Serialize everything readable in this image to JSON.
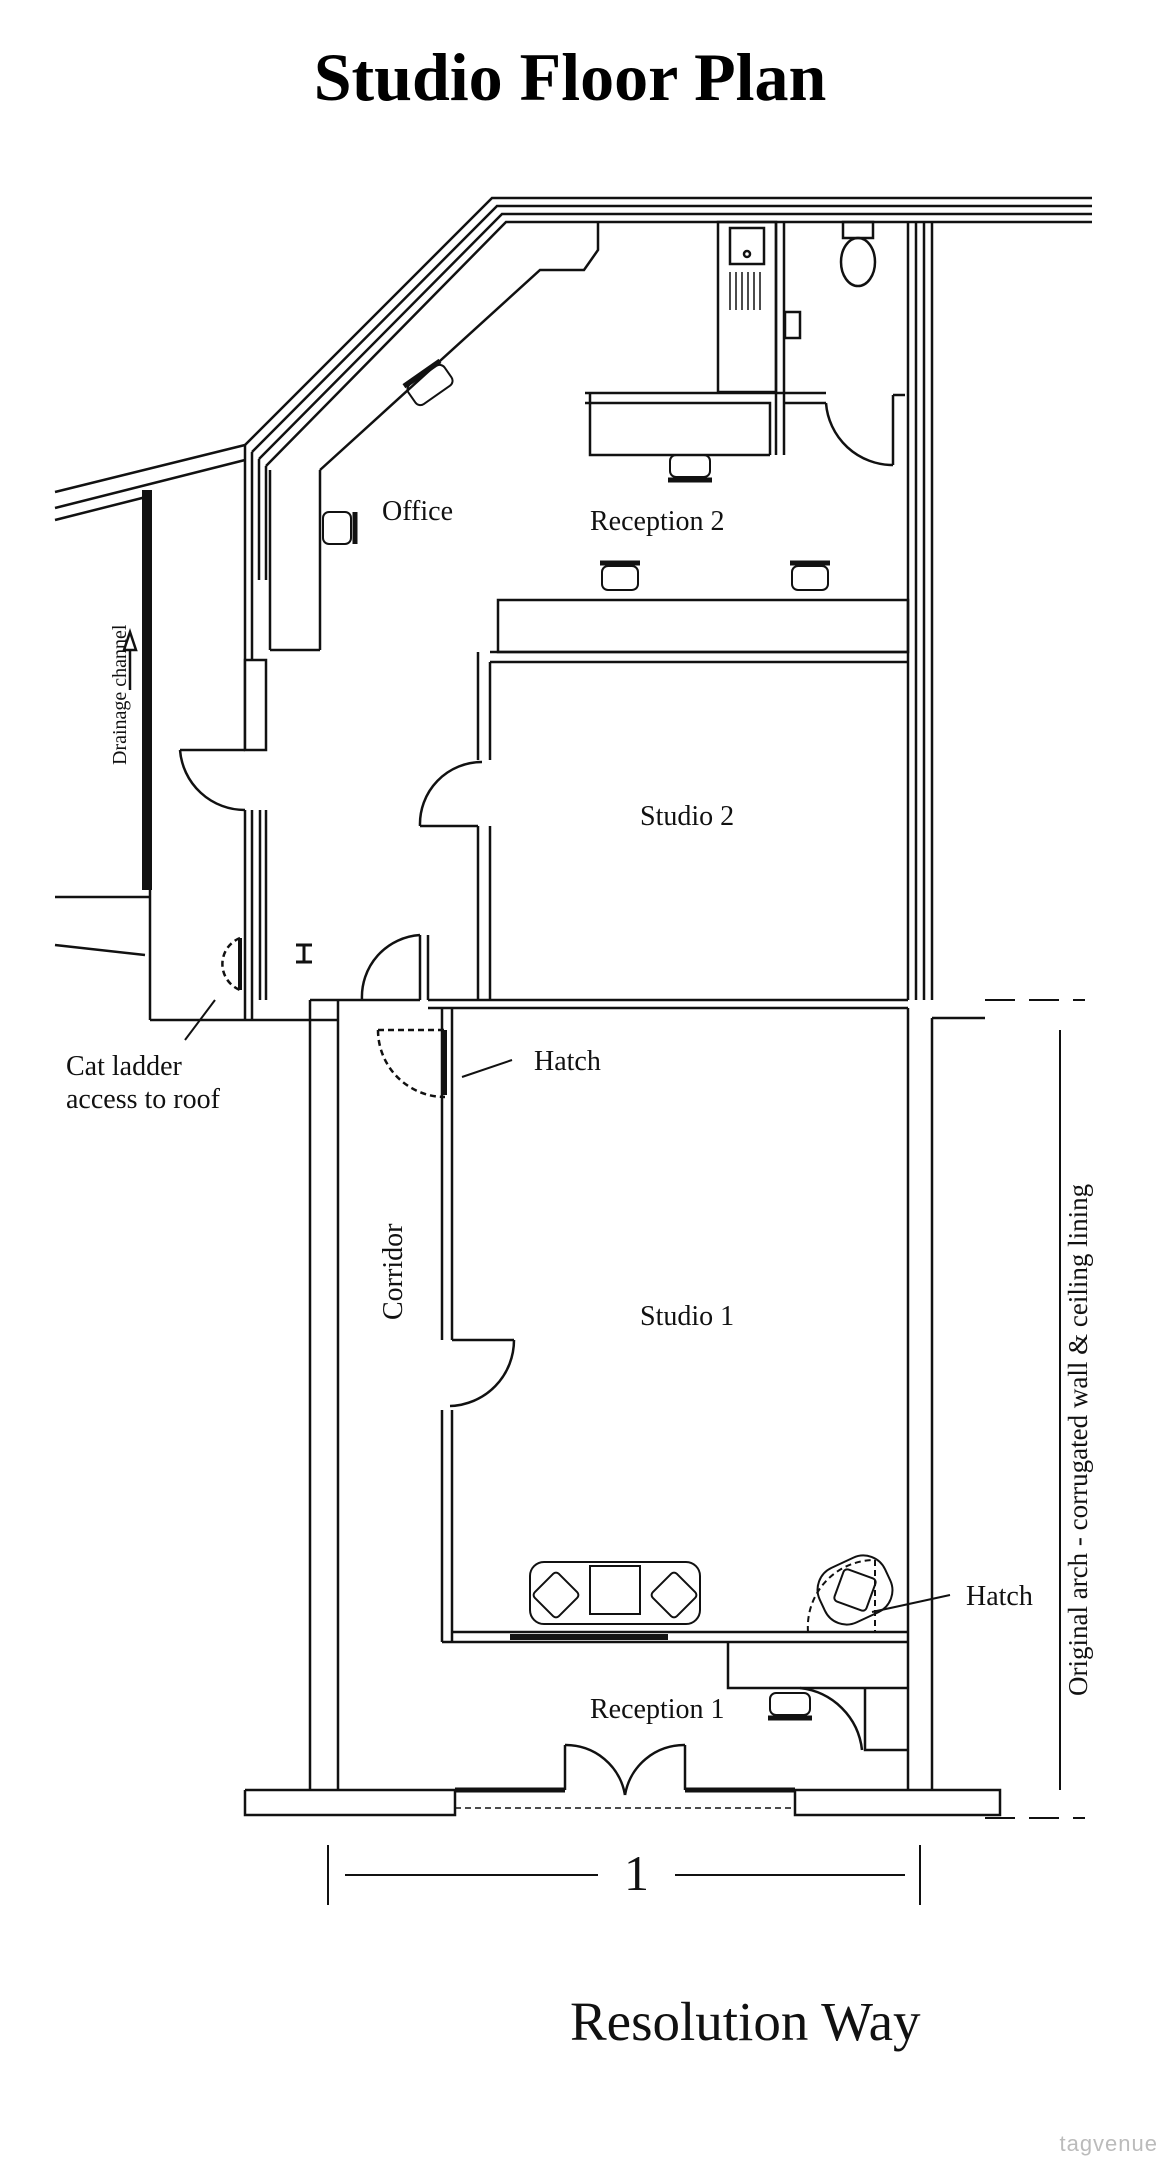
{
  "title": "Studio Floor Plan",
  "labels": {
    "office": "Office",
    "reception2": "Reception 2",
    "studio2": "Studio 2",
    "studio1": "Studio 1",
    "reception1": "Reception 1",
    "corridor": "Corridor",
    "drainage": "Drainage channel",
    "cat_ladder_1": "Cat ladder",
    "cat_ladder_2": "access to roof",
    "hatch_top": "Hatch",
    "hatch_bottom": "Hatch",
    "arch": "Original arch - corrugated wall & ceiling lining",
    "dimension": "1",
    "street": "Resolution Way"
  },
  "watermark": "tagvenue"
}
